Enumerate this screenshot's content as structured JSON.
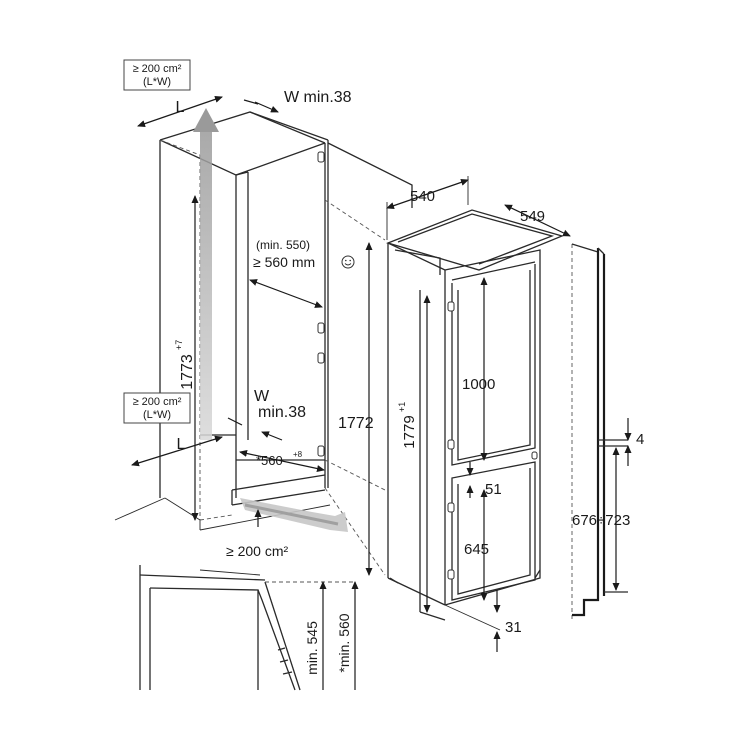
{
  "labels": {
    "vent_top_line1": "≥ 200 cm²",
    "vent_top_line2": "(L*W)",
    "L_top": "L",
    "W_top": "W min.38",
    "min_550": "(min. 550)",
    "ge_560": "≥ 560 mm",
    "h_1773": "1773",
    "h_1773_sup": "+7",
    "vent_mid_line1": "≥ 200 cm²",
    "vent_mid_line2": "(L*W)",
    "W_mid": "W",
    "W_mid_min": "min.38",
    "L_bottom": "L",
    "d_560": "*560",
    "d_560_sup": "+8",
    "h_1772": "1772",
    "vent_bottom": "≥ 200 cm²",
    "d_540": "540",
    "d_549": "549",
    "h_1779": "1779",
    "h_1779_sup": "+1",
    "h_1000": "1000",
    "d_51": "51",
    "h_645": "645",
    "d_31": "31",
    "d_4": "4",
    "d_676_723": "676÷723",
    "min_545": "min. 545",
    "min_560": "*min. 560"
  },
  "colors": {
    "line": "#2a2a2a",
    "airflow_arrow": "#b8b8b8",
    "airflow_floor": "#c6c6c6",
    "vent_box_border": "#444444"
  },
  "icons": {
    "airflow": "air-flow-arrow",
    "smiley": "smiley-icon"
  }
}
